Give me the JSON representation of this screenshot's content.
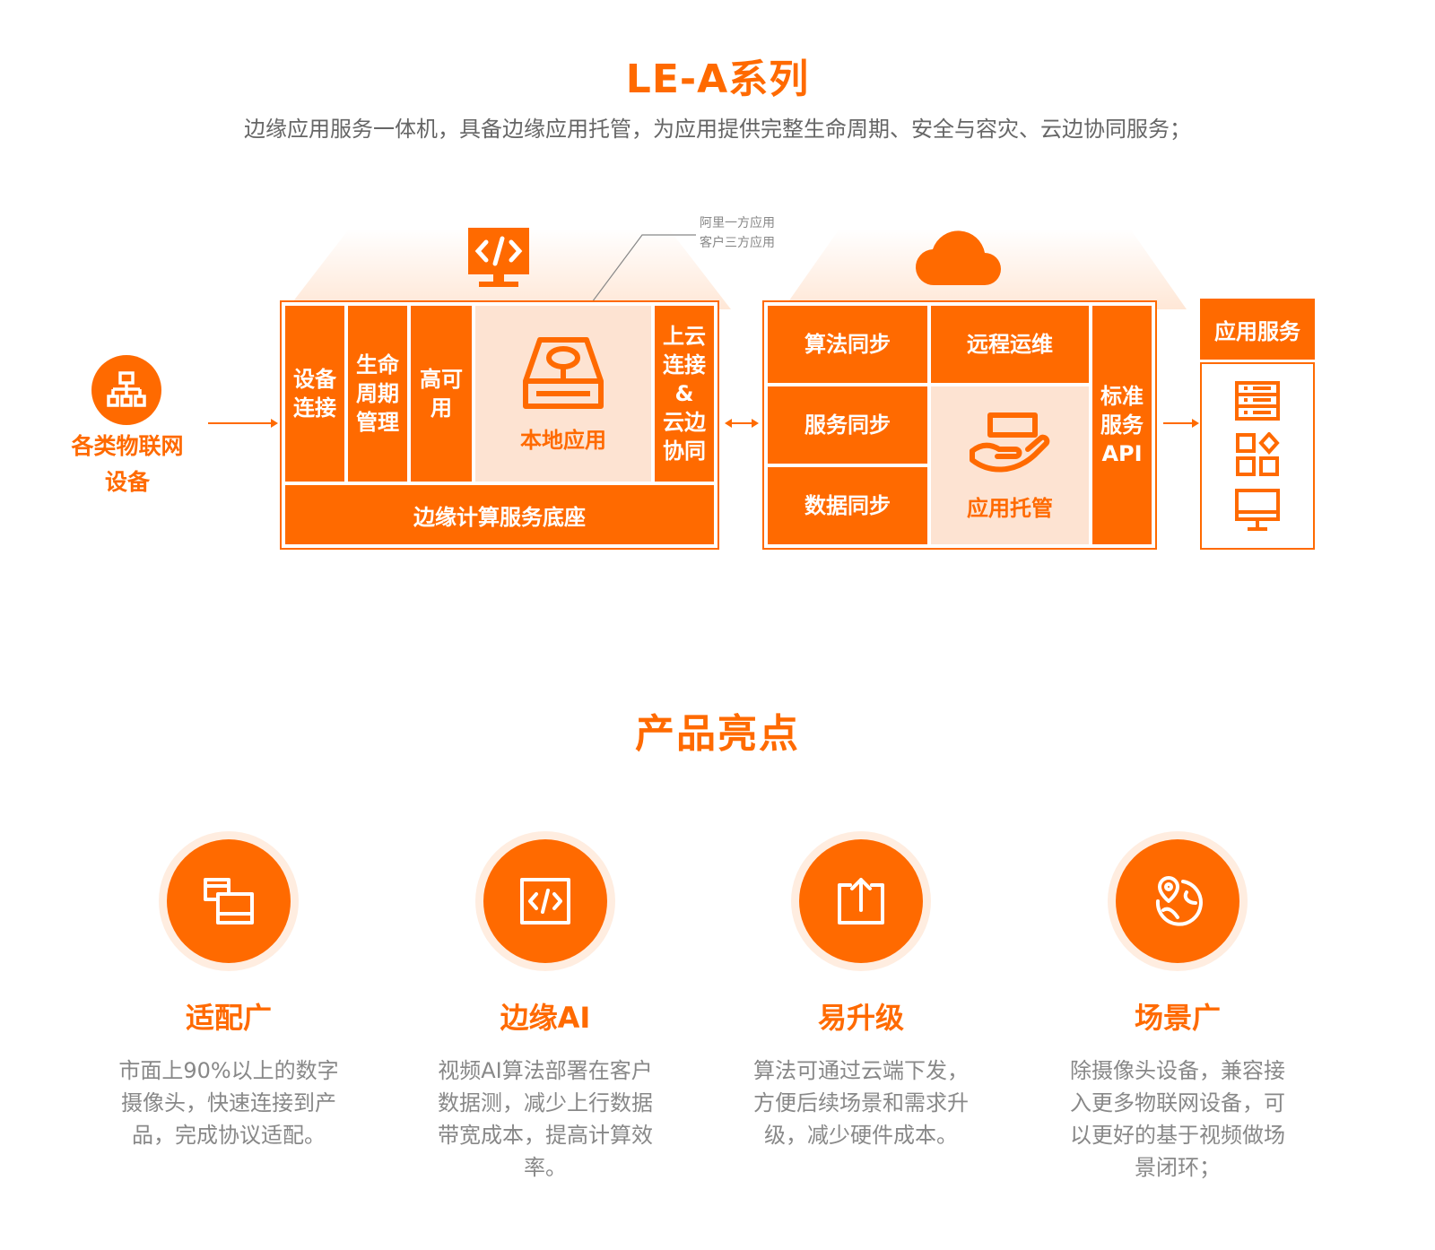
{
  "hero": {
    "title": "LE-A系列",
    "subtitle": "边缘应用服务一体机，具备边缘应用托管，为应用提供完整生命周期、安全与容灾、云边协同服务；"
  },
  "diagram": {
    "device": {
      "label_line1": "各类物联网",
      "label_line2": "设备",
      "icon": "org-tree-icon"
    },
    "callout": {
      "line1": "阿里一方应用",
      "line2": "客户三方应用"
    },
    "edge_box": {
      "top_icon": "code-monitor-icon",
      "cells": {
        "device_connect": [
          "设备",
          "连接"
        ],
        "lifecycle": [
          "生命",
          "周期",
          "管理"
        ],
        "high_avail": [
          "高可",
          "用"
        ],
        "local_app": "本地应用",
        "cloud_connect": [
          "上云",
          "连接",
          "&",
          "云边",
          "协同"
        ]
      },
      "base": "边缘计算服务底座",
      "local_app_icon": "storage-disk-icon"
    },
    "cloud_box": {
      "top_icon": "cloud-icon",
      "cells": {
        "algo_sync": "算法同步",
        "remote_ops": "远程运维",
        "service_sync": "服务同步",
        "data_sync": "数据同步",
        "app_hosting": "应用托管",
        "std_api": [
          "标准",
          "服务",
          "API"
        ]
      },
      "app_hosting_icon": "hand-hosting-icon"
    },
    "app_service": {
      "title": "应用服务",
      "icons": [
        "list-document-icon",
        "apps-grid-icon",
        "desktop-monitor-icon"
      ]
    }
  },
  "highlights": {
    "title": "产品亮点",
    "items": [
      {
        "icon": "adapt-windows-icon",
        "name": "适配广",
        "desc": [
          "市面上90%以上的数字",
          "摄像头，快速连接到产",
          "品，完成协议适配。"
        ]
      },
      {
        "icon": "code-window-icon",
        "name": "边缘AI",
        "desc": [
          "视频AI算法部署在客户",
          "数据测，减少上行数据",
          "带宽成本，提高计算效",
          "率。"
        ]
      },
      {
        "icon": "upload-box-icon",
        "name": "易升级",
        "desc": [
          "算法可通过云端下发，",
          "方便后续场景和需求升",
          "级，减少硬件成本。"
        ]
      },
      {
        "icon": "globe-pin-icon",
        "name": "场景广",
        "desc": [
          "除摄像头设备，兼容接",
          "入更多物联网设备，可",
          "以更好的基于视频做场",
          "景闭环；"
        ]
      }
    ]
  },
  "colors": {
    "accent": "#ff6a00",
    "accent_light": "#fde3d2",
    "text_gray": "#666666"
  }
}
